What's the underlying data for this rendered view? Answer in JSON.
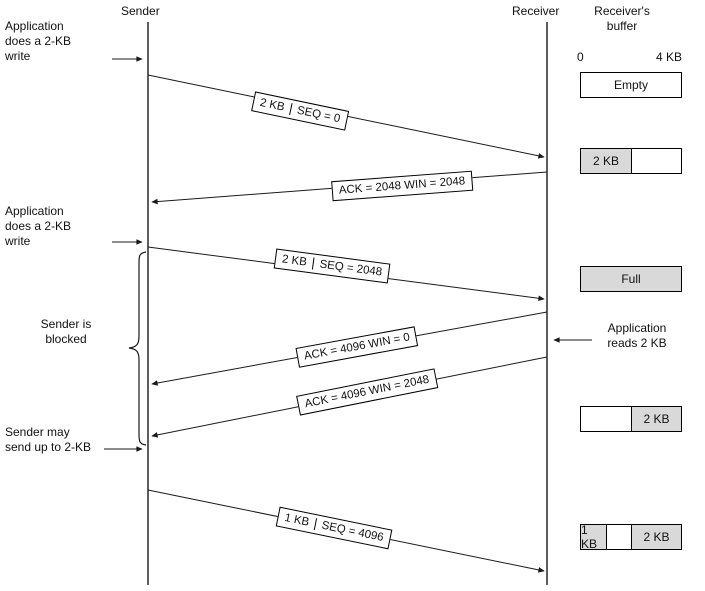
{
  "header": {
    "sender": "Sender",
    "receiver": "Receiver",
    "buffer_title": "Receiver's\nbuffer",
    "scale_start": "0",
    "scale_end": "4 KB"
  },
  "annotations": {
    "app_write_1": "Application\ndoes a 2-KB\nwrite",
    "app_write_2": "Application\ndoes a 2-KB\nwrite",
    "sender_blocked": "Sender is\nblocked",
    "sender_may": "Sender may\nsend up to 2-KB",
    "app_reads": "Application\nreads 2 KB"
  },
  "messages": [
    {
      "cells": [
        "2 KB",
        "SEQ = 0"
      ]
    },
    {
      "text": "ACK = 2048 WIN = 2048"
    },
    {
      "cells": [
        "2 KB",
        "SEQ = 2048"
      ]
    },
    {
      "text": "ACK = 4096 WIN = 0"
    },
    {
      "text": "ACK = 4096 WIN = 2048"
    },
    {
      "cells": [
        "1 KB",
        "SEQ = 4096"
      ]
    }
  ],
  "buffers": [
    {
      "segments": [
        {
          "label": "Empty",
          "fill": "#ffffff",
          "width": "100%"
        }
      ]
    },
    {
      "segments": [
        {
          "label": "2 KB",
          "fill": "#d9d9d9",
          "width": "50%"
        },
        {
          "label": "",
          "fill": "#ffffff",
          "width": "50%"
        }
      ]
    },
    {
      "segments": [
        {
          "label": "Full",
          "fill": "#d9d9d9",
          "width": "100%"
        }
      ]
    },
    {
      "segments": [
        {
          "label": "",
          "fill": "#ffffff",
          "width": "50%"
        },
        {
          "label": "2 KB",
          "fill": "#d9d9d9",
          "width": "50%"
        }
      ]
    },
    {
      "segments": [
        {
          "label": "1 KB",
          "fill": "#d9d9d9",
          "width": "25%"
        },
        {
          "label": "",
          "fill": "#ffffff",
          "width": "25%"
        },
        {
          "label": "2 KB",
          "fill": "#d9d9d9",
          "width": "50%"
        }
      ]
    }
  ],
  "colors": {
    "line": "#1a1a1a",
    "fill_gray": "#d9d9d9",
    "background": "#ffffff"
  }
}
